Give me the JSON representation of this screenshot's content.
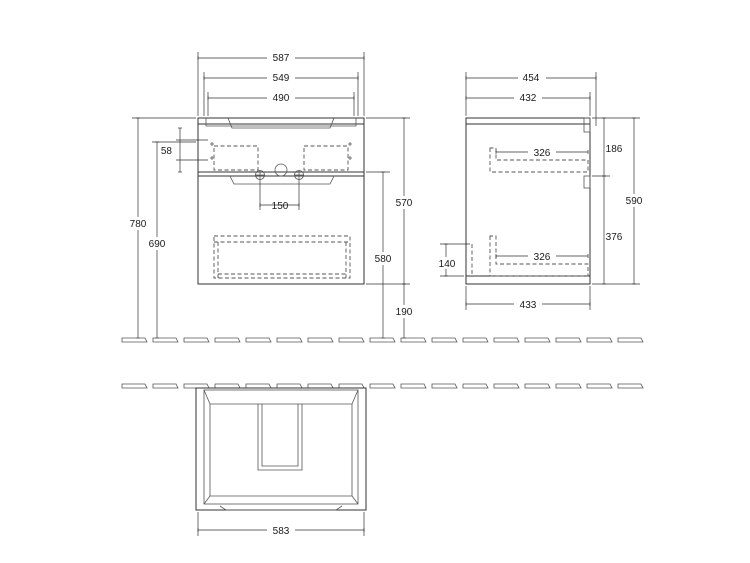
{
  "dimensions": {
    "front_width_total": "587",
    "front_width_inner": "549",
    "front_width_basin": "490",
    "front_tap_offset": "58",
    "front_tap_spacing": "150",
    "front_height_total": "780",
    "front_height_tap": "690",
    "front_height_cabinet": "570",
    "front_height_side": "580",
    "front_height_floor": "190",
    "side_depth_total": "454",
    "side_depth_inner": "432",
    "side_shelf_top": "326",
    "side_shelf_bottom": "326",
    "side_depth_bottom": "433",
    "side_height_upper": "186",
    "side_height_lower": "376",
    "side_height_total": "590",
    "side_height_siphon": "140",
    "top_width": "583"
  },
  "colors": {
    "line": "#333333",
    "dashed": "#555555",
    "background": "#ffffff"
  }
}
